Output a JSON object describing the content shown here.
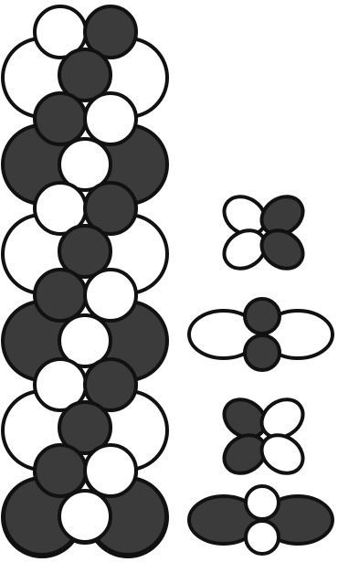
{
  "colors": {
    "background": "#ffffff",
    "dark_fill": "#3b3b3b",
    "light_fill": "#ffffff",
    "outline": "#111111"
  },
  "figure": {
    "column": {
      "repeating_units": 3,
      "unit_pattern": [
        "light-large-pair",
        "dark-small-pair",
        "light-small-pair",
        "dark-large-pair",
        "light-small-pair"
      ]
    },
    "side_motifs": [
      {
        "name": "four-petal-motif-1",
        "pattern": "white-white-dark-dark"
      },
      {
        "name": "double-lobe-motif-1",
        "pattern": "white-lobes-dark-center"
      },
      {
        "name": "four-petal-motif-2",
        "pattern": "dark-white-dark-white"
      },
      {
        "name": "double-lobe-motif-2",
        "pattern": "dark-lobes-white-center"
      }
    ]
  }
}
